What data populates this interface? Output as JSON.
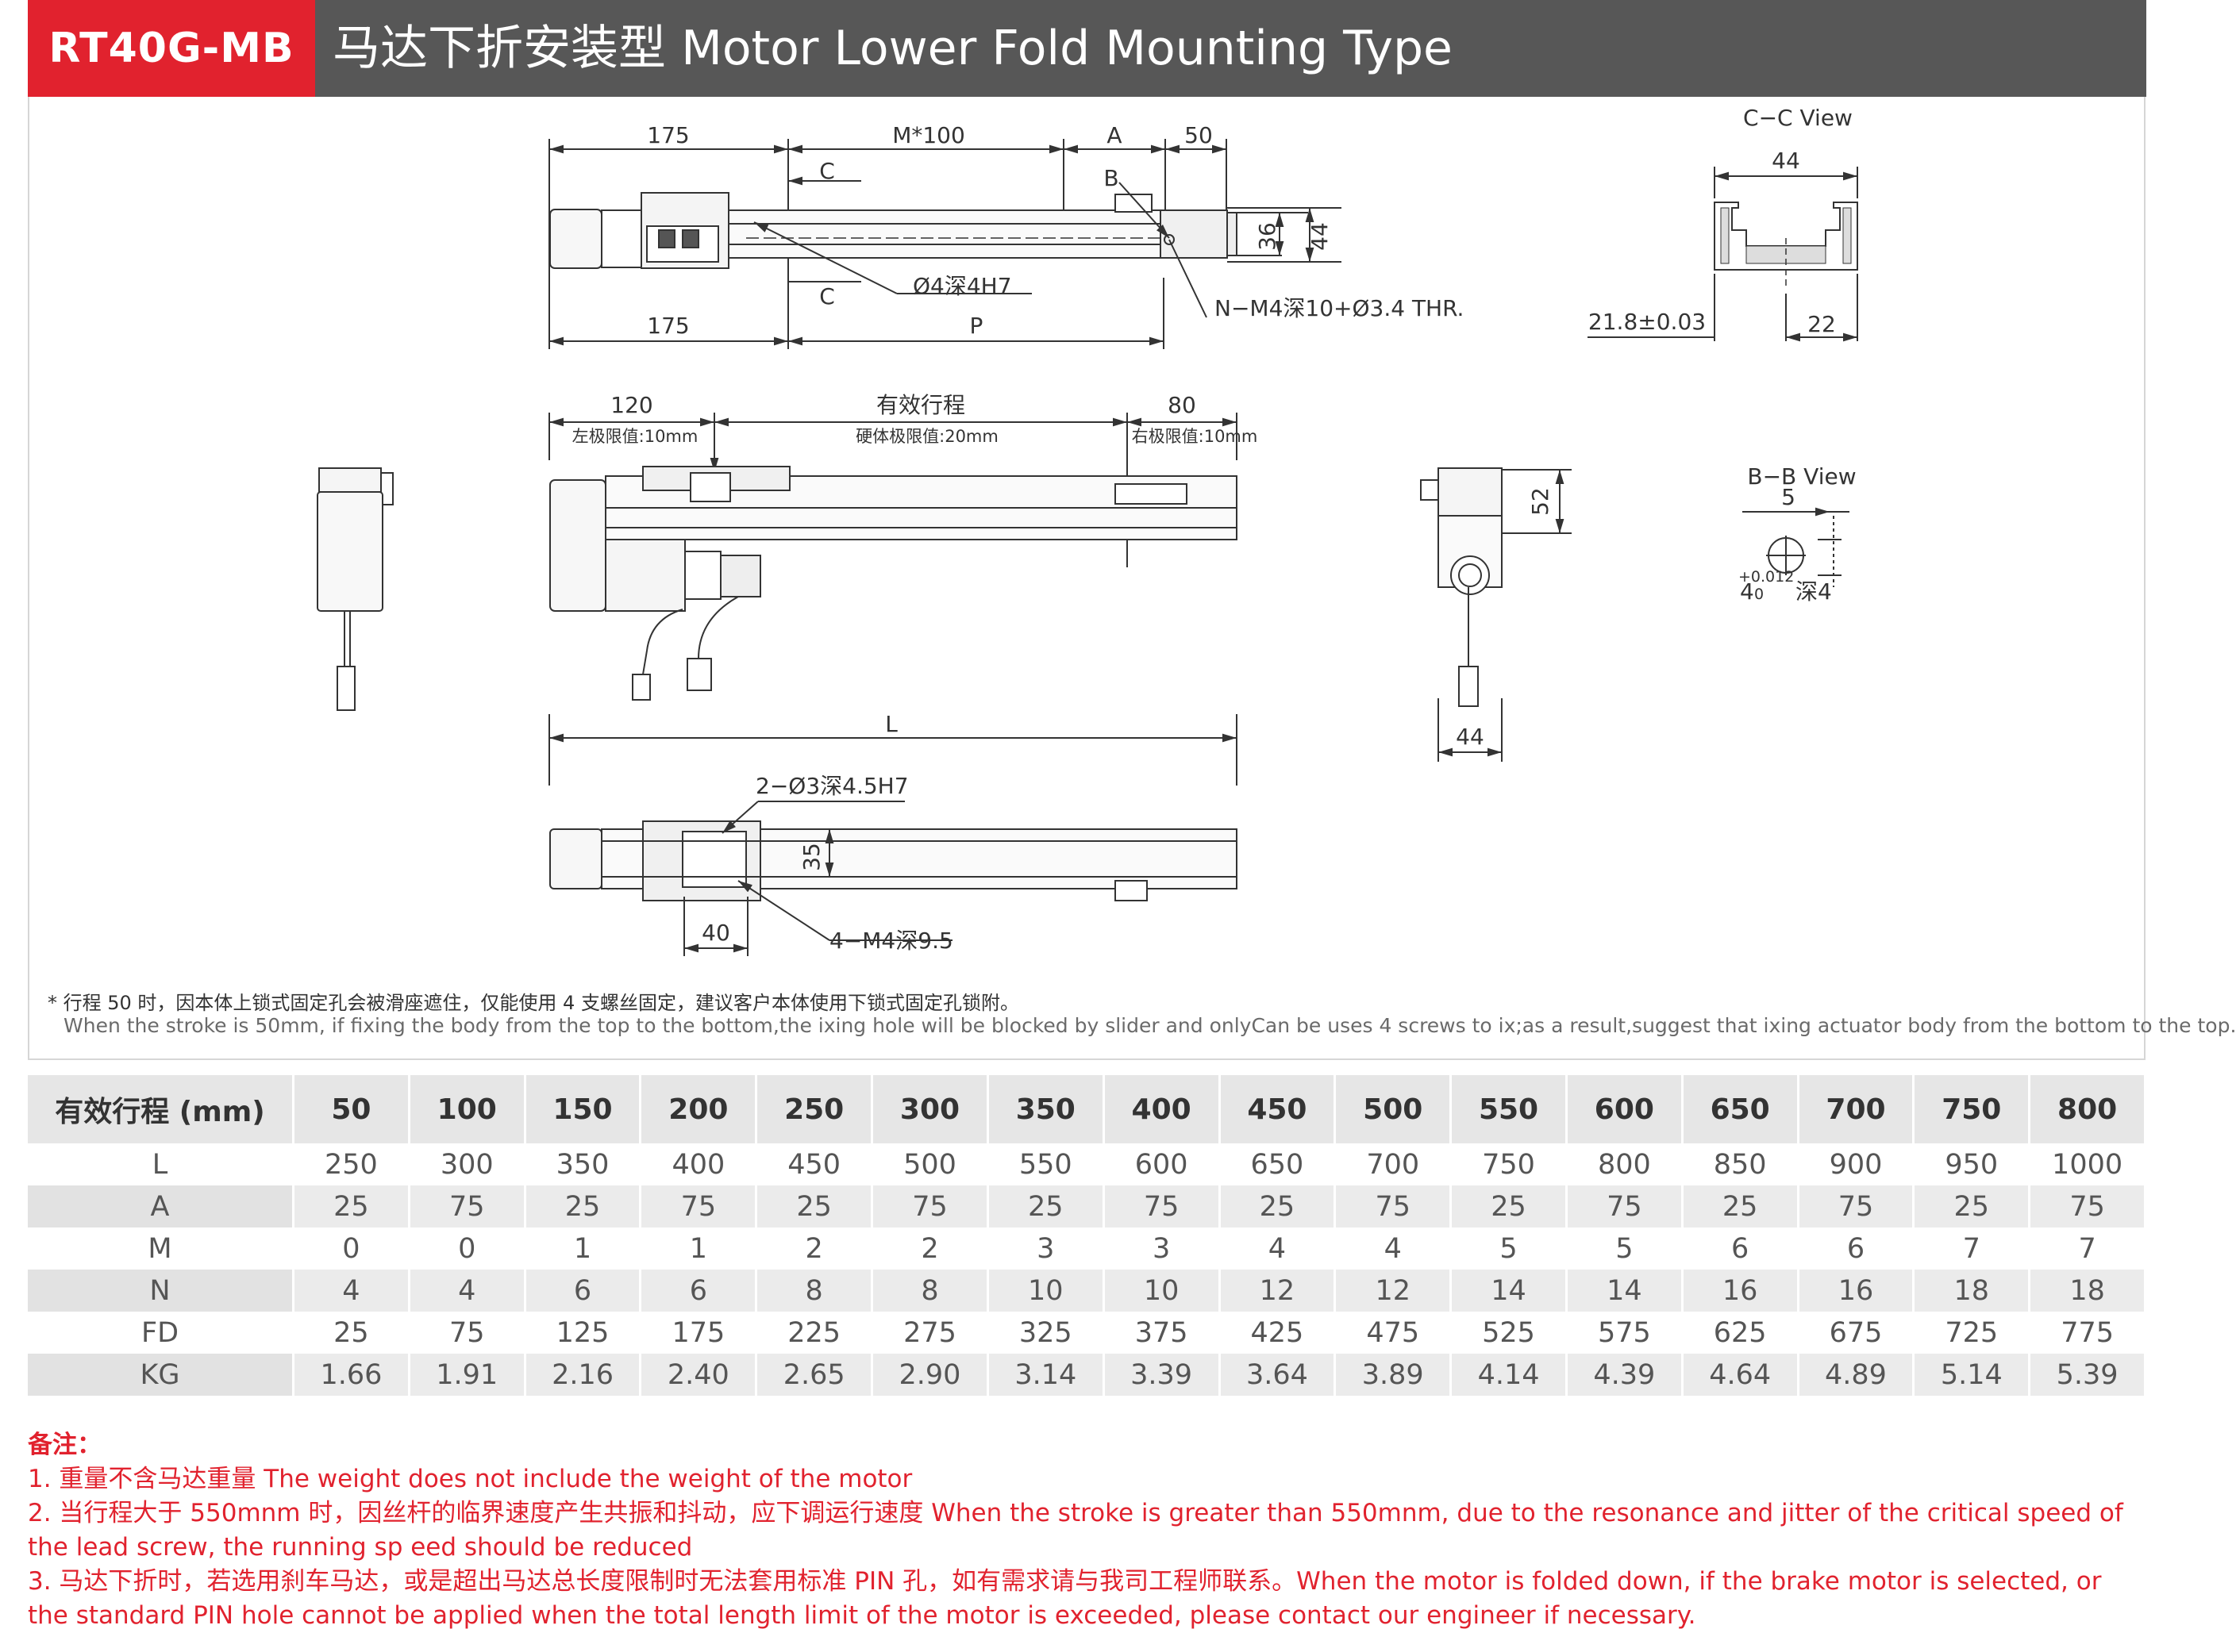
{
  "header": {
    "model": "RT40G-MB",
    "title": "马达下折安装型 Motor Lower Fold Mounting Type"
  },
  "drawing": {
    "top_view": {
      "dim_175_top": "175",
      "dim_m100": "M*100",
      "dim_a": "A",
      "dim_50": "50",
      "section_c_top": "C",
      "section_c_bottom": "C",
      "label_b": "B",
      "dim_36": "36",
      "dim_44": "44",
      "pin_hole": "Ø4深4H7",
      "thread_note": "N−M4深10+Ø3.4 THR.",
      "dim_175_bottom": "175",
      "dim_p": "P"
    },
    "cc_view": {
      "title": "C−C View",
      "dim_44": "44",
      "dim_21_8": "21.8±0.03",
      "dim_22": "22"
    },
    "side_view": {
      "dim_120": "120",
      "dim_stroke": "有效行程",
      "dim_80": "80",
      "limit_left": "左极限值:10mm",
      "limit_hard": "硬体极限值:20mm",
      "limit_right": "右极限值:10mm",
      "dim_l": "L"
    },
    "end_view": {
      "dim_52": "52",
      "dim_44": "44"
    },
    "bb_view": {
      "title": "B−B View",
      "dim_5": "5",
      "dim_4": "4",
      "tol": "+0.012",
      "tol_low": "0",
      "depth": "深4"
    },
    "bottom_view": {
      "pin_holes": "2−Ø3深4.5H7",
      "dim_35": "35",
      "dim_40": "40",
      "screw_holes": "4−M4深9.5"
    }
  },
  "footnote": {
    "cn": "* 行程 50 时，因本体上锁式固定孔会被滑座遮住，仅能使用 4 支螺丝固定，建议客户本体使用下锁式固定孔锁附。",
    "en": "When the stroke is 50mm, if fixing the body from the top to the bottom,the ixing hole will be blocked by slider and onlyCan be uses 4 screws to ix;as a result,suggest that ixing actuator body from the bottom to the top."
  },
  "table": {
    "header_label": "有效行程 (mm)",
    "strokes": [
      "50",
      "100",
      "150",
      "200",
      "250",
      "300",
      "350",
      "400",
      "450",
      "500",
      "550",
      "600",
      "650",
      "700",
      "750",
      "800"
    ],
    "rows": [
      {
        "label": "L",
        "values": [
          "250",
          "300",
          "350",
          "400",
          "450",
          "500",
          "550",
          "600",
          "650",
          "700",
          "750",
          "800",
          "850",
          "900",
          "950",
          "1000"
        ]
      },
      {
        "label": "A",
        "values": [
          "25",
          "75",
          "25",
          "75",
          "25",
          "75",
          "25",
          "75",
          "25",
          "75",
          "25",
          "75",
          "25",
          "75",
          "25",
          "75"
        ]
      },
      {
        "label": "M",
        "values": [
          "0",
          "0",
          "1",
          "1",
          "2",
          "2",
          "3",
          "3",
          "4",
          "4",
          "5",
          "5",
          "6",
          "6",
          "7",
          "7"
        ]
      },
      {
        "label": "N",
        "values": [
          "4",
          "4",
          "6",
          "6",
          "8",
          "8",
          "10",
          "10",
          "12",
          "12",
          "14",
          "14",
          "16",
          "16",
          "18",
          "18"
        ]
      },
      {
        "label": "FD",
        "values": [
          "25",
          "75",
          "125",
          "175",
          "225",
          "275",
          "325",
          "375",
          "425",
          "475",
          "525",
          "575",
          "625",
          "675",
          "725",
          "775"
        ]
      },
      {
        "label": "KG",
        "values": [
          "1.66",
          "1.91",
          "2.16",
          "2.40",
          "2.65",
          "2.90",
          "3.14",
          "3.39",
          "3.64",
          "3.89",
          "4.14",
          "4.39",
          "4.64",
          "4.89",
          "5.14",
          "5.39"
        ]
      }
    ]
  },
  "notes": {
    "title": "备注：",
    "items": [
      "1. 重量不含马达重量 The weight does not include the weight of the motor",
      "2. 当行程大于 550mnm 时，因丝杆的临界速度产生共振和抖动，应下调运行速度 When the stroke is greater than 550mnm, due to the resonance and jitter of the critical speed of the lead screw, the running sp eed should be reduced",
      "3. 马达下折时，若选用刹车马达，或是超出马达总长度限制时无法套用标准 PIN 孔，如有需求请与我司工程师联系。When the motor is folded down, if the brake motor is selected, or the standard PIN hole cannot be applied when the total length limit of the motor is exceeded, please contact our engineer if necessary."
    ]
  },
  "colors": {
    "brand_red": "#e1222e",
    "header_gray": "#575757",
    "row_alt": "#ebebeb"
  }
}
